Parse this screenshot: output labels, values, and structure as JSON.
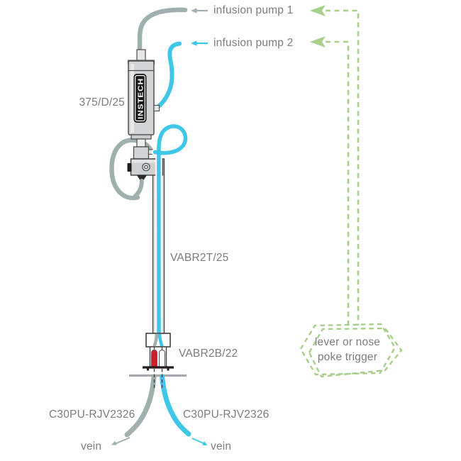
{
  "labels": {
    "pump1": "infusion pump 1",
    "pump2": "infusion pump 2",
    "swivel": "375/D/25",
    "tether": "VABR2T/25",
    "button": "VABR2B/22",
    "catheter_left": "C30PU-RJV2326",
    "catheter_right": "C30PU-RJV2326",
    "vein_left": "vein",
    "vein_right": "vein",
    "trigger_line1": "lever or nose",
    "trigger_line2": "poke trigger"
  },
  "brand": "INSTECH",
  "colors": {
    "tube_gray": "#9FB0AE",
    "tube_blue": "#3EC7E8",
    "trigger_green": "#A6CF8B",
    "label_text": "#7B7C7F",
    "device_fill": "#D2D4D5",
    "outline": "#4D4E50",
    "button_red": "#CB2026"
  }
}
